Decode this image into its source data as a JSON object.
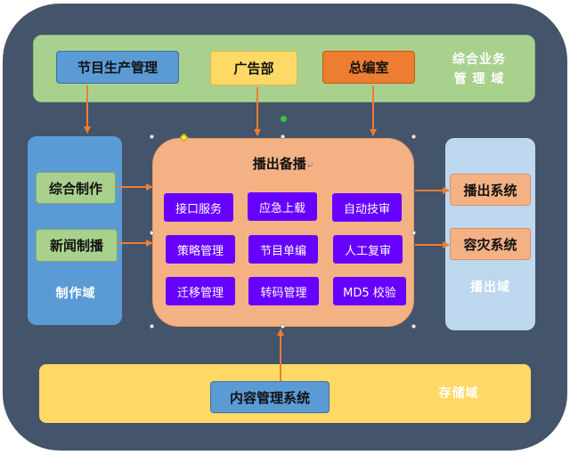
{
  "top_domain": {
    "label_line1": "综合业务",
    "label_line2": "管 理 域",
    "boxes": {
      "program_production": "节目生产管理",
      "advertising": "广告部",
      "chief_editor": "总编室"
    }
  },
  "left_domain": {
    "label": "制作域",
    "boxes": {
      "integrated_production": "综合制作",
      "news_production": "新闻制播"
    }
  },
  "center": {
    "title": "播出备播",
    "services": [
      "接口服务",
      "应急上载",
      "自动技审",
      "策略管理",
      "节目单编",
      "人工复审",
      "迁移管理",
      "转码管理",
      "MD5 校验"
    ]
  },
  "right_domain": {
    "label": "播出域",
    "boxes": {
      "broadcast_system": "播出系统",
      "disaster_recovery": "容灾系统"
    }
  },
  "bottom_domain": {
    "label": "存储域",
    "box": "内容管理系统"
  },
  "paragraph_mark": "↵",
  "colors": {
    "frame": "#44546a",
    "top_domain": "#a9d18e",
    "left_domain": "#5b9bd5",
    "right_domain": "#bdd7ee",
    "bottom_domain": "#ffd966",
    "center_panel": "#f4b183",
    "service_box": "#6600ff",
    "arrow": "#ed7d31"
  }
}
